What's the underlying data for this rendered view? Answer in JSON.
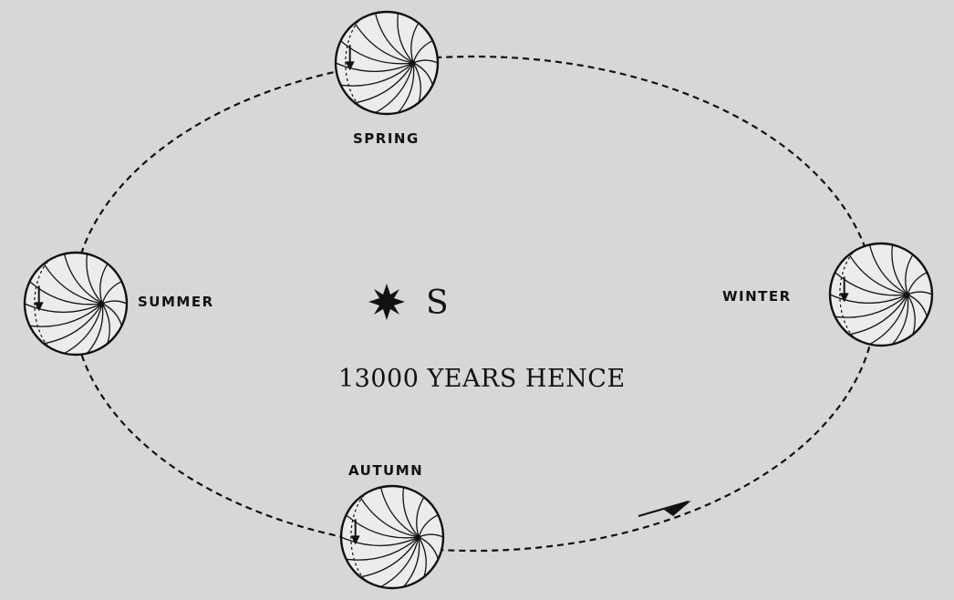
{
  "labels": {
    "spring": "SPRING",
    "summer": "SUMMER",
    "winter": "WINTER",
    "autumn": "AUTUMN",
    "sun": "S",
    "caption": "13000 YEARS HENCE"
  },
  "colors": {
    "background": "#d6d6d6",
    "ink": "#111111"
  },
  "icons": {
    "sun": "eight-pointed-star-icon",
    "earth": "globe-icon",
    "direction": "arrowhead-icon"
  }
}
